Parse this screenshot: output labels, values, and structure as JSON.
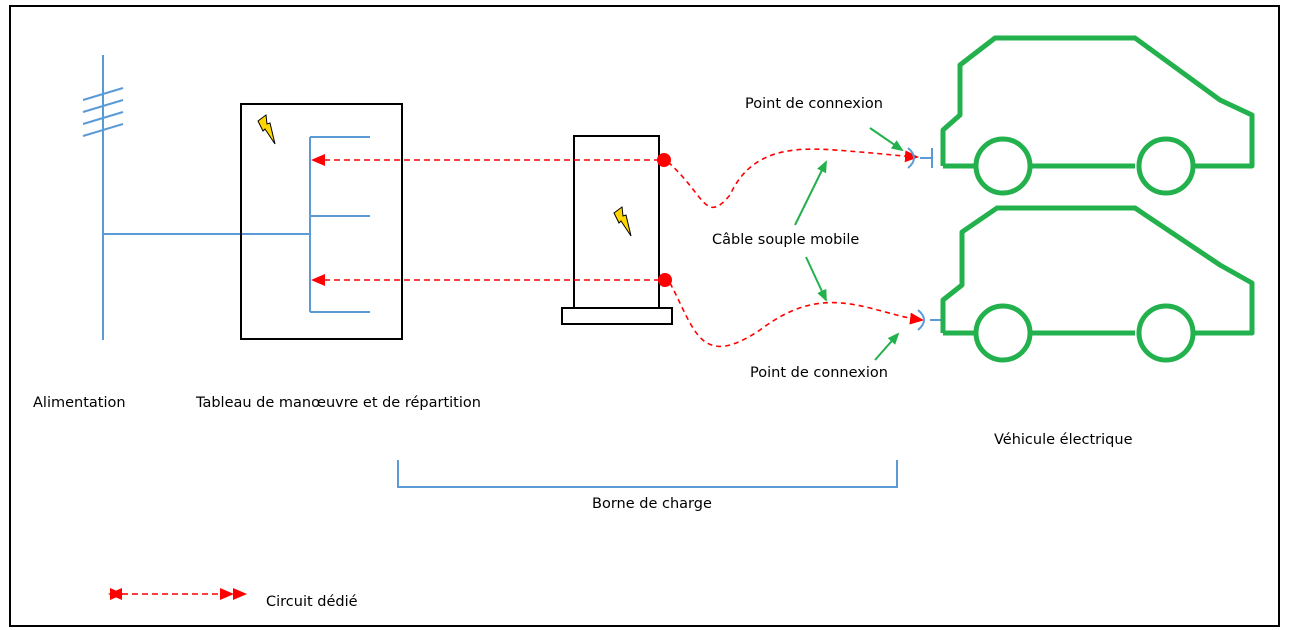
{
  "labels": {
    "power_supply": "Alimentation",
    "switchboard": "Tableau de manœuvre et de répartition",
    "connection_point_top": "Point de connexion",
    "connection_point_bottom": "Point de connexion",
    "flexible_cable": "Câble souple mobile",
    "electric_vehicle": "Véhicule électrique",
    "charging_station": "Borne de charge",
    "legend_dedicated_circuit": "Circuit dédié"
  },
  "colors": {
    "supply_line": "#5b9bd5",
    "dedicated_circuit": "#ff0000",
    "vehicle": "#22b14c",
    "pointer_arrow": "#22b14c",
    "outline": "#000000",
    "lightning_fill": "#ffd700"
  },
  "icons": {
    "switchboard_symbol": "lightning-icon",
    "station_symbol": "lightning-icon",
    "plug_symbol": "socket-icon"
  }
}
